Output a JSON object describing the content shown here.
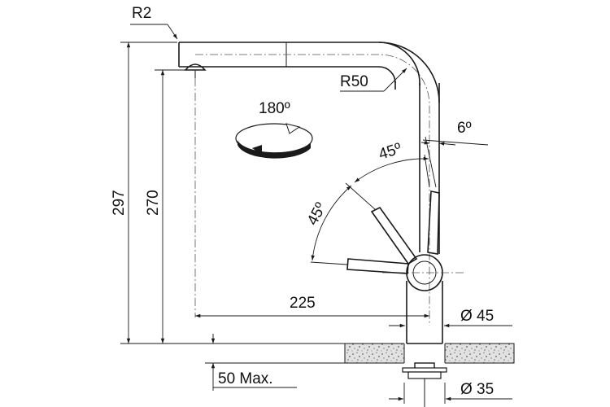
{
  "dimensions": {
    "radius_small": "R2",
    "radius_large": "R50",
    "rotation": "180º",
    "angle_small": "6º",
    "angle_upper": "45º",
    "angle_lower": "45º",
    "total_height": "297",
    "spout_height": "270",
    "reach": "225",
    "body_diameter": "Ø 45",
    "hole_diameter": "Ø 35",
    "max_thickness": "50 Max."
  },
  "colors": {
    "line": "#1a1a1a",
    "counter": "#cfcfcf"
  }
}
